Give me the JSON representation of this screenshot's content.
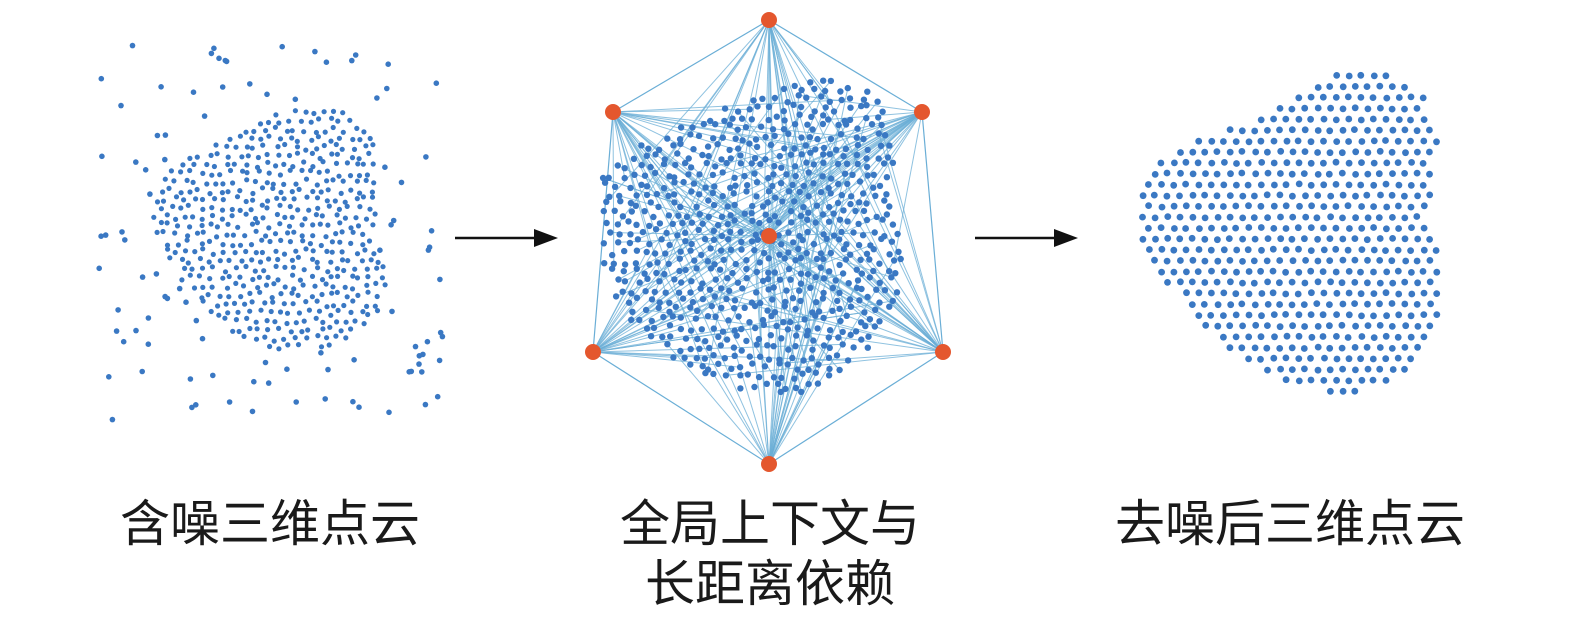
{
  "stages": [
    {
      "id": "noisy",
      "caption": [
        "含噪三维点云"
      ]
    },
    {
      "id": "global-context",
      "caption": [
        "全局上下文与",
        "长距离依赖"
      ]
    },
    {
      "id": "denoised",
      "caption": [
        "去噪后三维点云"
      ]
    }
  ],
  "colors": {
    "point": "#3a78c3",
    "anchor": "#e4572e",
    "edge": "#6aaed6",
    "arrow": "#111111",
    "text": "#1a1a1a"
  },
  "icons": {
    "flow-arrow": "right-arrow"
  }
}
